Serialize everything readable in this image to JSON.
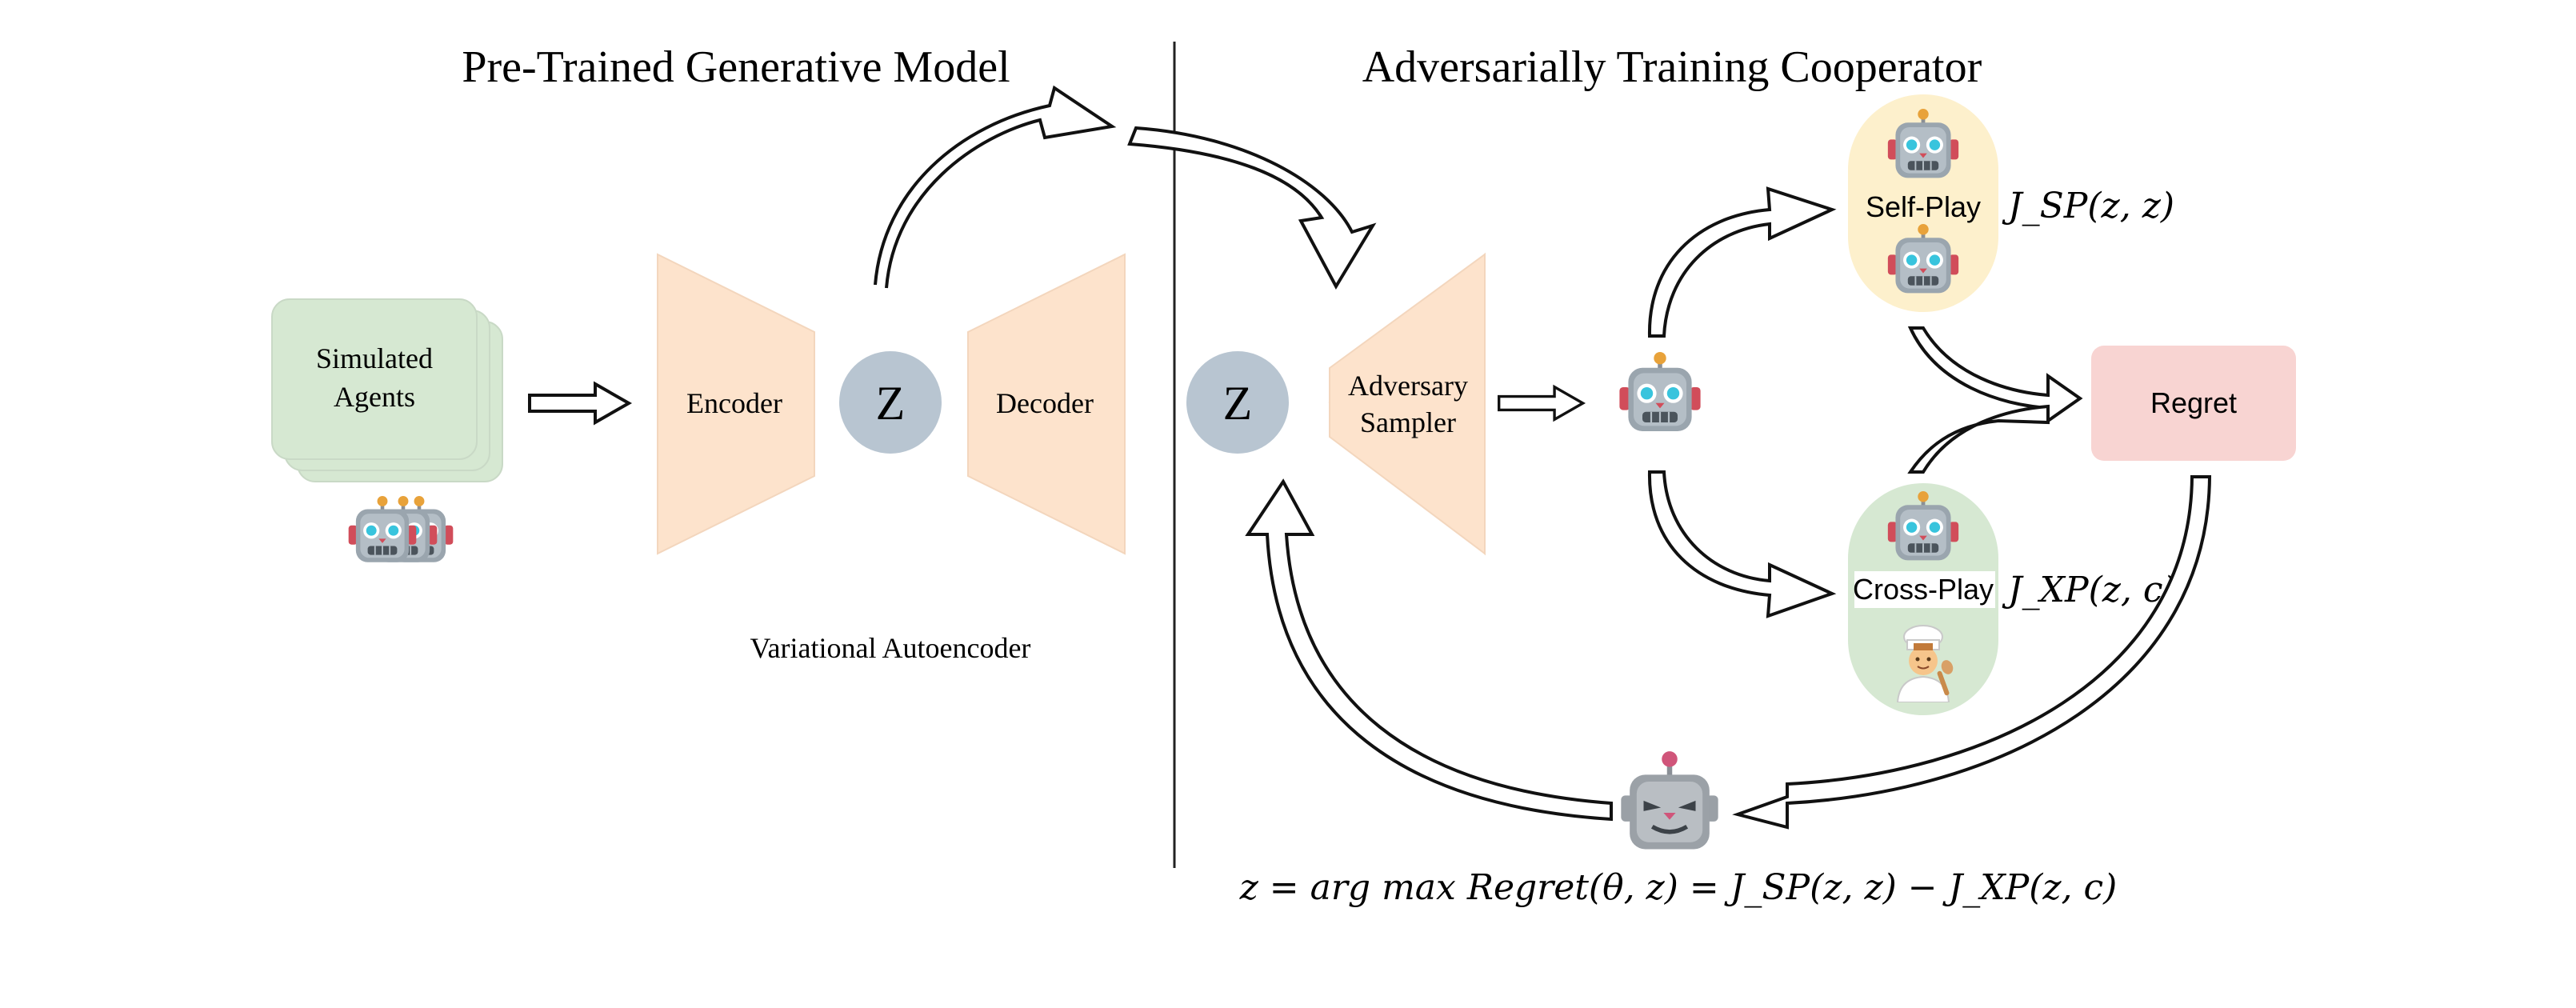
{
  "titles": {
    "left": "Pre-Trained Generative Model",
    "right": "Adversarially Training Cooperator"
  },
  "left": {
    "agents_line1": "Simulated",
    "agents_line2": "Agents",
    "encoder": "Encoder",
    "latent": "Z",
    "decoder": "Decoder",
    "vae_caption": "Variational Autoencoder"
  },
  "right": {
    "latent": "Z",
    "sampler_line1": "Adversary",
    "sampler_line2": "Sampler",
    "selfplay": "Self-Play",
    "crossplay": "Cross-Play",
    "regret": "Regret",
    "j_sp": "J_SP(z, z)",
    "j_xp": "J_XP(z, c)",
    "objective": "z = arg max Regret(θ, z) = J_SP(z, z) − J_XP(z, c)"
  },
  "icons": {
    "agent": "robot-face-icon",
    "human_partner": "cook-icon",
    "adversary": "adversary-robot-icon"
  },
  "colors": {
    "agents_fill": "#d6e8d2",
    "vae_fill": "#fde3cc",
    "latent_fill": "#b8c5d1",
    "selfplay_fill": "#fdf0cc",
    "crossplay_fill": "#d6e8d2",
    "regret_fill": "#f8d4d2"
  }
}
